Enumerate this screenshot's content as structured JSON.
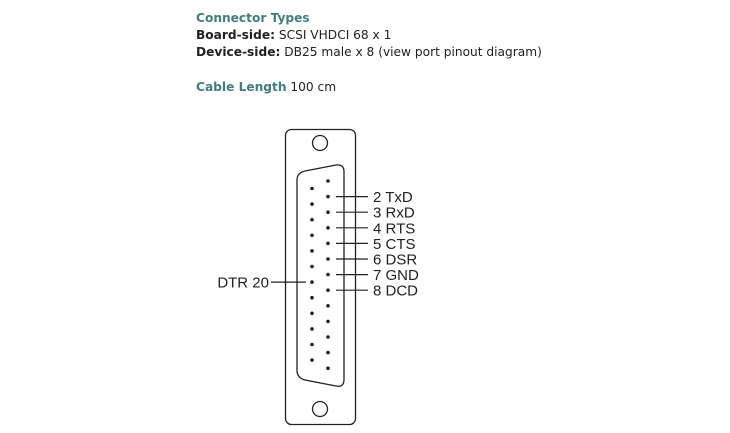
{
  "specs": {
    "connector_types_heading": "Connector Types",
    "board_side": {
      "label": "Board-side:",
      "value": "SCSI VHDCI 68 x 1"
    },
    "device_side": {
      "label": "Device-side:",
      "value": "DB25 male x 8",
      "link_text": "(view port pinout diagram)"
    },
    "cable_length": {
      "label": "Cable Length",
      "value": "100 cm"
    }
  },
  "diagram": {
    "connector": "DB25 male",
    "right_column_pin_count": 13,
    "left_column_pin_count": 12,
    "right_labels": [
      {
        "pin": 2,
        "text": "2 TxD"
      },
      {
        "pin": 3,
        "text": "3 RxD"
      },
      {
        "pin": 4,
        "text": "4 RTS"
      },
      {
        "pin": 5,
        "text": "5 CTS"
      },
      {
        "pin": 6,
        "text": "6 DSR"
      },
      {
        "pin": 7,
        "text": "7 GND"
      },
      {
        "pin": 8,
        "text": "8 DCD"
      }
    ],
    "left_labels": [
      {
        "pin": 20,
        "text": "DTR 20"
      }
    ]
  }
}
